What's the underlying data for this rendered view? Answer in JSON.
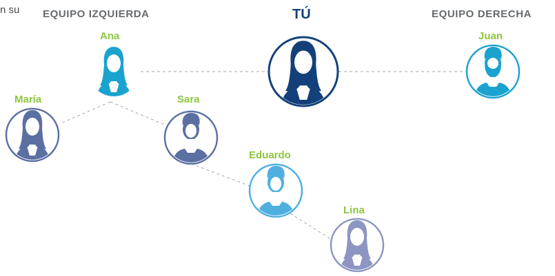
{
  "fragment_text": "n su",
  "headings": {
    "left_team": "EQUIPO IZQUIERDA",
    "you": "TÚ",
    "right_team": "EQUIPO DERECHA"
  },
  "people": {
    "ana": {
      "name": "Ana",
      "color": "#1aa3cf",
      "gender": "female"
    },
    "tu": {
      "name": "",
      "color": "#13407a",
      "gender": "female"
    },
    "juan": {
      "name": "Juan",
      "color": "#1aa3cf",
      "gender": "male-beard"
    },
    "maria": {
      "name": "María",
      "color": "#5b6fa3",
      "gender": "female"
    },
    "sara": {
      "name": "Sara",
      "color": "#5b6fa3",
      "gender": "male"
    },
    "eduardo": {
      "name": "Eduardo",
      "color": "#4fb0e0",
      "gender": "male"
    },
    "lina": {
      "name": "Lina",
      "color": "#8d96c2",
      "gender": "female"
    }
  },
  "colors": {
    "name_green": "#8cc63f",
    "heading_gray": "#666a6e",
    "you_navy": "#13407a",
    "connector_gray": "#a6a6a6"
  },
  "icons": [
    "person-avatar-icon"
  ]
}
